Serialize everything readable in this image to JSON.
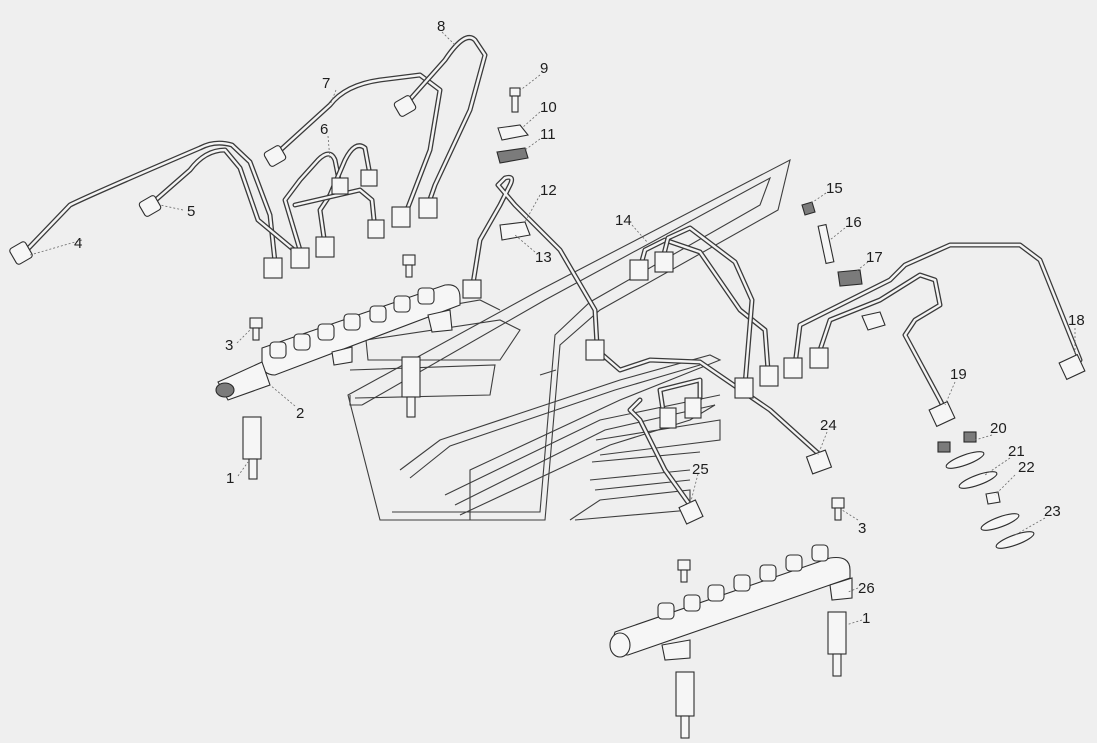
{
  "callouts": [
    "1",
    "2",
    "3",
    "4",
    "5",
    "6",
    "7",
    "8",
    "9",
    "10",
    "11",
    "12",
    "13",
    "14",
    "15",
    "16",
    "17",
    "18",
    "19",
    "20",
    "21",
    "22",
    "23",
    "24",
    "25",
    "3",
    "26",
    "1"
  ],
  "icons": {
    "engine_block": "engine-block-outline",
    "fuel_rail": "common-rail-icon",
    "injection_pipe": "fuel-pipe-icon",
    "connector": "high-pressure-connector-icon",
    "bolt": "bolt-icon",
    "clamp": "clamp-icon",
    "washer": "washer-icon",
    "nut": "nut-icon"
  },
  "colors": {
    "background": "#efefef",
    "line": "#3a3a3a",
    "pipe_fill": "#f4f4f4",
    "dark_part": "#7b7b7b"
  }
}
